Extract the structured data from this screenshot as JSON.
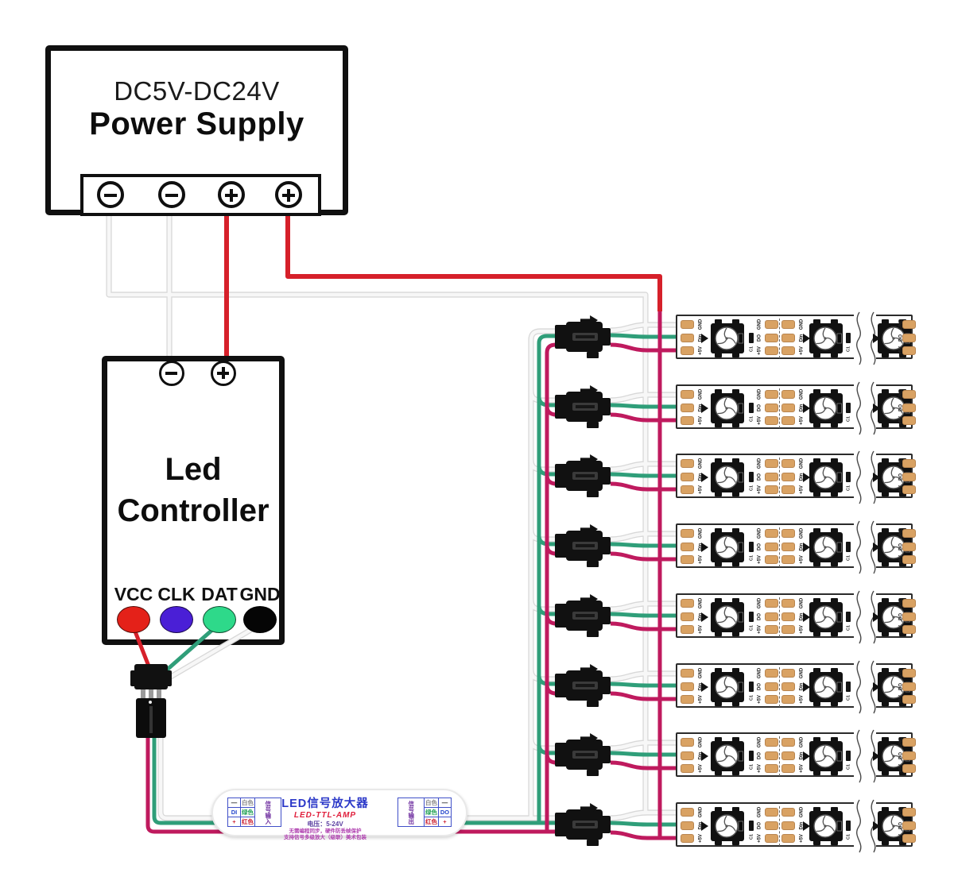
{
  "power_supply": {
    "voltage": "DC5V-DC24V",
    "title": "Power Supply",
    "terminals": [
      "−",
      "−",
      "+",
      "+"
    ]
  },
  "controller": {
    "title_line1": "Led",
    "title_line2": "Controller",
    "terminals": [
      "−",
      "+"
    ],
    "ports": [
      {
        "label": "VCC",
        "color": "#e42119"
      },
      {
        "label": "CLK",
        "color": "#4a1fd6"
      },
      {
        "label": "DAT",
        "color": "#2ed98a"
      },
      {
        "label": "GND",
        "color": "#050505"
      }
    ]
  },
  "amplifier": {
    "title": "LED信号放大器",
    "model": "LED-TTL-AMP",
    "voltage": "电压：5-24V",
    "notes": [
      "无需编程同步，硬件防丢帧保护",
      "支持信号多级放大（级联）美术包装"
    ],
    "input_label": "信号输入",
    "output_label": "信号输出",
    "input_rows": [
      [
        "—",
        "白色"
      ],
      [
        "DI",
        "绿色"
      ],
      [
        "+",
        "红色"
      ]
    ],
    "output_rows": [
      [
        "白色",
        "—"
      ],
      [
        "绿色",
        "DO"
      ],
      [
        "红色",
        "+"
      ]
    ]
  },
  "led_strip": {
    "row_count": 8,
    "pad_labels_in": [
      "GND",
      "Din",
      "+5V"
    ],
    "pad_labels_out": [
      "GND",
      "DO",
      "+5V"
    ],
    "cap_label": "C1"
  },
  "colors": {
    "wire_red": "#d6202a",
    "wire_crimson": "#bf1a5e",
    "wire_green": "#2f9e79",
    "wire_white": "#f7f7f7",
    "wire_white_edge": "#d8d8d8",
    "component_black": "#111111",
    "pad_copper": "#d9a263",
    "amp_blue": "#2b38c8",
    "amp_red": "#e01f3c",
    "amp_purple": "#b040b0",
    "amp_navy": "#5a3fa0",
    "symbol_blue": "#2244cc",
    "symbol_red": "#cc2030",
    "word_white": "#8a8a8a",
    "word_green": "#22a055"
  }
}
